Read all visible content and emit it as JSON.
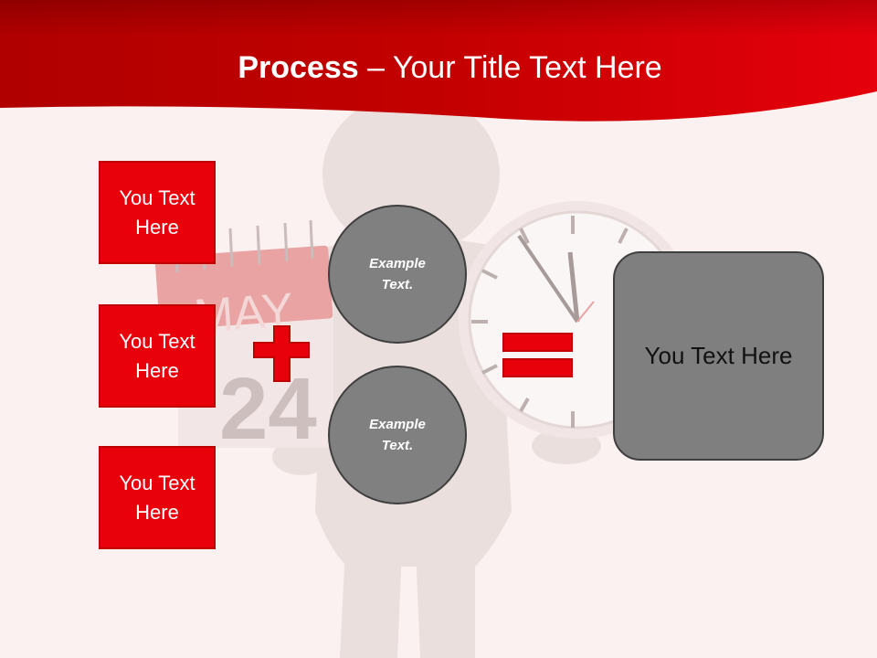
{
  "header": {
    "title_bold": "Process",
    "title_rest": " – Your Title Text Here"
  },
  "left_boxes": [
    {
      "label": "You Text Here"
    },
    {
      "label": "You Text Here"
    },
    {
      "label": "You Text Here"
    }
  ],
  "circles": [
    {
      "label": "Example Text."
    },
    {
      "label": "Example Text."
    }
  ],
  "result": {
    "label": "You Text Here"
  },
  "background_art": {
    "calendar_month": "MAY",
    "calendar_day": "24"
  },
  "colors": {
    "accent_red": "#e8000b",
    "header_red": "#d10000",
    "circle_gray": "#808080",
    "result_gray": "#7f7f7f",
    "background": "#fbf1f0"
  }
}
